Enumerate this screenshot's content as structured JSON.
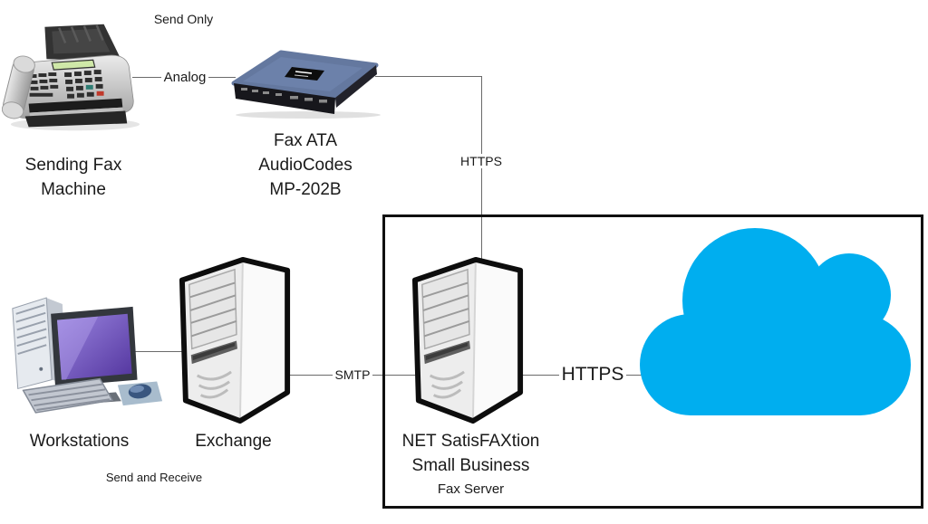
{
  "diagram": {
    "colors": {
      "cloud": "#00aeef",
      "connector": "#6a6a6a",
      "boundary": "#101010",
      "text": "#1a1a1a"
    },
    "annotations": {
      "send_only": "Send Only",
      "send_and_receive": "Send and Receive"
    },
    "connections": {
      "analog": "Analog",
      "https_top": "HTTPS",
      "smtp": "SMTP",
      "https_cloud": "HTTPS"
    },
    "nodes": {
      "sending_fax": {
        "line1": "Sending Fax",
        "line2": "Machine"
      },
      "fax_ata": {
        "line1": "Fax ATA",
        "line2": "AudioCodes",
        "line3": "MP-202B"
      },
      "workstations": {
        "label": "Workstations"
      },
      "exchange": {
        "label": "Exchange"
      },
      "fax_server": {
        "line1": "NET SatisFAXtion",
        "line2": "Small Business",
        "line3": "Fax Server"
      },
      "cloud": {
        "name": "internet-cloud"
      }
    }
  }
}
